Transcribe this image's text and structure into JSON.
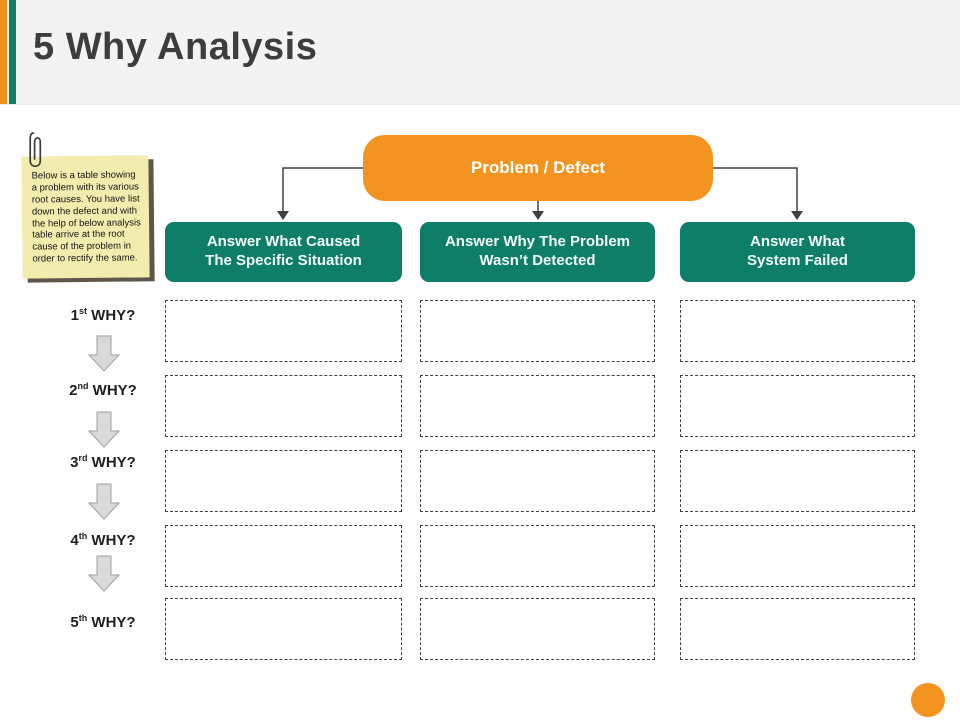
{
  "slide": {
    "title": "5 Why Analysis"
  },
  "note": {
    "text": "Below is a table showing a problem with its various root causes. You have list down the defect and with the help of below analysis table arrive at the root cause of the problem in order to rectify the same.",
    "icon": "paperclip-icon"
  },
  "diagram": {
    "problem_label": "Problem / Defect",
    "columns": [
      {
        "header": "Answer What Caused\nThe Specific Situation"
      },
      {
        "header": "Answer Why The Problem\nWasn’t Detected"
      },
      {
        "header": "Answer What\nSystem Failed"
      }
    ],
    "rows": [
      {
        "num": "1",
        "suffix": "st",
        "label": "WHY?"
      },
      {
        "num": "2",
        "suffix": "nd",
        "label": "WHY?"
      },
      {
        "num": "3",
        "suffix": "rd",
        "label": "WHY?"
      },
      {
        "num": "4",
        "suffix": "th",
        "label": "WHY?"
      },
      {
        "num": "5",
        "suffix": "th",
        "label": "WHY?"
      }
    ]
  },
  "colors": {
    "accent_orange": "#F2941F",
    "accent_teal": "#0E7E68",
    "header_bg": "#F2F3F2",
    "note_bg": "#F2ECAE",
    "note_shadow": "#5E564B",
    "block_arrow_fill": "#D9D9D9",
    "connector_line": "#404040",
    "title_text": "#3D3D3D"
  }
}
